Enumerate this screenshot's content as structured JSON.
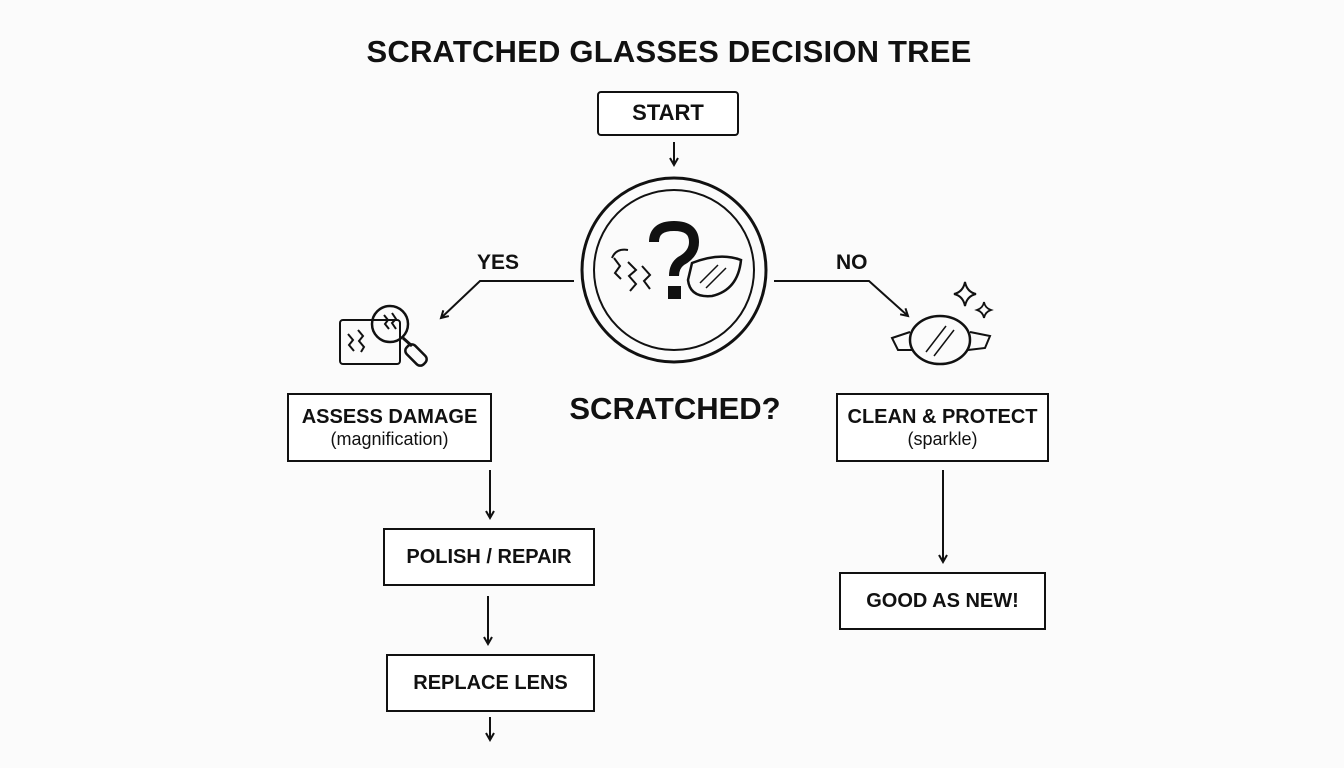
{
  "title": "SCRATCHED GLASSES DECISION TREE",
  "nodes": {
    "start": "START",
    "decision": "SCRATCHED?",
    "assess": {
      "label": "ASSESS DAMAGE",
      "sub": "(magnification)"
    },
    "polish": "POLISH / REPAIR",
    "replace": "REPLACE LENS",
    "clean": {
      "label": "CLEAN & PROTECT",
      "sub": "(sparkle)"
    },
    "good": "GOOD AS NEW!"
  },
  "edges": {
    "yes": "YES",
    "no": "NO"
  },
  "icons": {
    "decision": "scratched-glasses-question-icon",
    "assess": "magnifier-scratch-icon",
    "clean": "sparkling-glasses-icon"
  }
}
